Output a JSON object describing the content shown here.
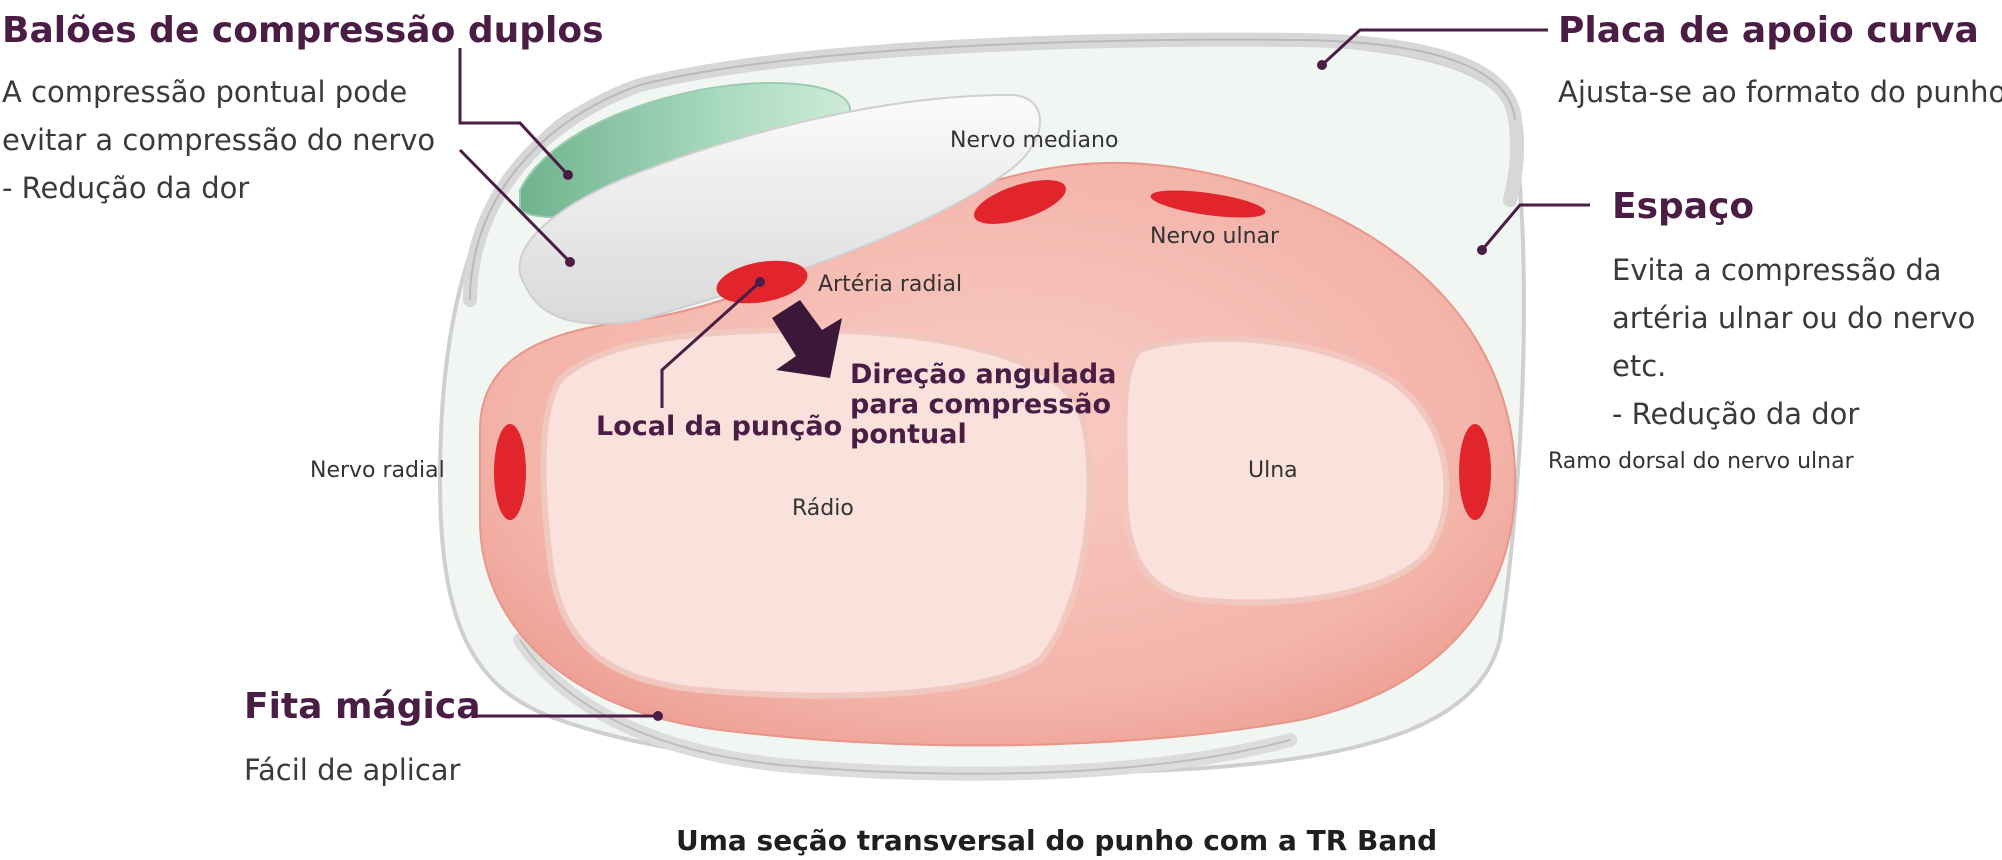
{
  "features": {
    "balloons": {
      "title": "Balões de compressão duplos",
      "lines": [
        "A compressão pontual pode",
        "evitar a compressão do nervo",
        "- Redução da dor"
      ]
    },
    "plate": {
      "title": "Placa de apoio curva",
      "lines": [
        "Ajusta-se ao formato do punho"
      ]
    },
    "space": {
      "title": "Espaço",
      "lines": [
        "Evita a compressão da",
        "artéria ulnar ou do nervo",
        "etc.",
        "- Redução da dor"
      ]
    },
    "tape": {
      "title": "Fita mágica",
      "lines": [
        "Fácil de aplicar"
      ]
    }
  },
  "anatomy": {
    "median_nerve": "Nervo mediano",
    "ulnar_nerve": "Nervo ulnar",
    "radial_artery": "Artéria radial",
    "radial_nerve": "Nervo radial",
    "ulnar_dorsal_branch": "Ramo dorsal do nervo ulnar",
    "radius": "Rádio",
    "ulna": "Ulna",
    "puncture_site": "Local da punção",
    "direction": [
      "Direção angulada",
      "para compressão",
      "pontual"
    ]
  },
  "caption": "Uma seção transversal do punho com a TR Band",
  "colors": {
    "heading": "#4a1d45",
    "tissue": "#f5b9b0",
    "bone": "#fbe1dc",
    "vessel": "#e2242c",
    "balloon_green": "#8cc9a8",
    "balloon_white": "#efefef",
    "band": "#e9ecea"
  }
}
